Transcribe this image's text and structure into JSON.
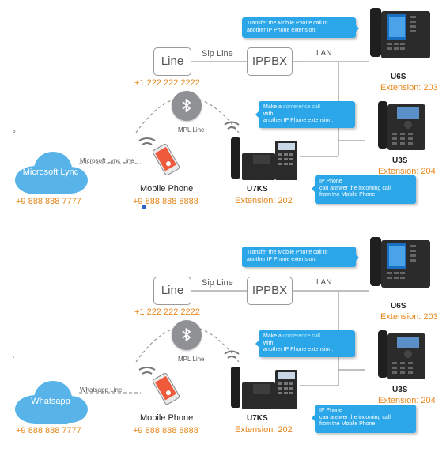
{
  "panels": [
    {
      "line_box": "Line",
      "sip_line": "Sip Line",
      "ippbx_box": "IPPBX",
      "lan": "LAN",
      "line_number": "+1 222 222 2222",
      "mpl_line": "MPL Line",
      "cloud_label": "Microsoft Lync",
      "cloud_link": "Microsoft Lync  Line",
      "cloud_number": "+9 888 888 7777",
      "mobile_label": "Mobile Phone",
      "mobile_number": "+9 888 888 8888",
      "u7ks_name": "U7KS",
      "u7ks_ext": "Extension: 202",
      "u6s_name": "U6S",
      "u6s_ext": "Extension: 203",
      "u3s_name": "U3S",
      "u3s_ext": "Extension: 204",
      "callout_transfer": [
        "Transfer the Mobile Phone call to",
        "another IP Phone extension."
      ],
      "callout_conf": [
        "Make a ",
        "conference call",
        "with",
        "another IP Phone extension."
      ],
      "callout_answer": [
        "IP Phone",
        "can answer the incoming call",
        "from the Mobile Phone."
      ],
      "side_mark": "ₚ"
    },
    {
      "line_box": "Line",
      "sip_line": "Sip Line",
      "ippbx_box": "IPPBX",
      "lan": "LAN",
      "line_number": "+1 222 222 2222",
      "mpl_line": "MPL Line",
      "cloud_label": "Whatsapp",
      "cloud_link": "Whatsapp Line",
      "cloud_number": "+9 888 888 7777",
      "mobile_label": "Mobile Phone",
      "mobile_number": "+9 888 888 8888",
      "u7ks_name": "U7KS",
      "u7ks_ext": "Extension: 202",
      "u6s_name": "U6S",
      "u6s_ext": "Extension: 203",
      "u3s_name": "U3S",
      "u3s_ext": "Extension: 204",
      "callout_transfer": [
        "Transfer the Mobile Phone call to",
        "another IP Phone extension."
      ],
      "callout_conf": [
        "Make a ",
        "conference call",
        "with",
        "another IP Phone extension."
      ],
      "callout_answer": [
        "IP Phone",
        "can answer the incoming call",
        "from the Mobile Phone."
      ],
      "side_mark": "ˈ"
    }
  ],
  "colors": {
    "callout": "#2ba6e8",
    "cloud": "#58b4e8",
    "orange": "#e5871c",
    "wire": "#9a9a9a",
    "bluetooth": "#8f9195"
  },
  "icons": [
    "bluetooth-icon",
    "cloud-icon",
    "smartphone-icon",
    "ip-phone-icon",
    "signal-wave-icon"
  ]
}
